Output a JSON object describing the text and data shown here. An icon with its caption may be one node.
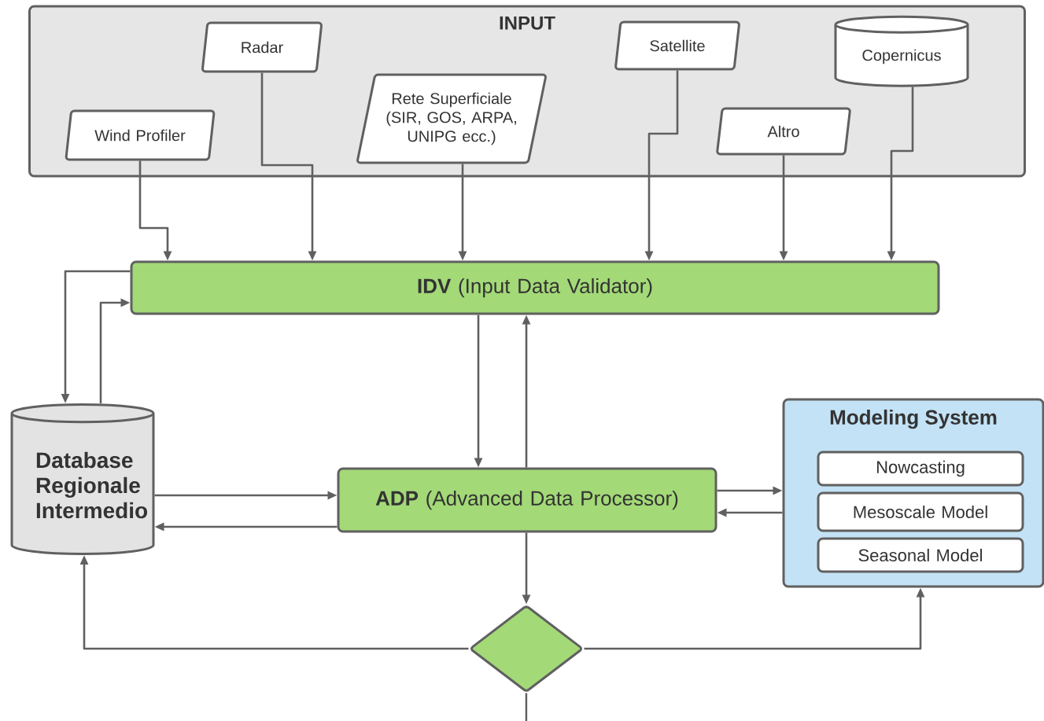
{
  "diagram": {
    "nodes": [
      {
        "text": [
          "INPUT"
        ]
      },
      {
        "text": [
          "Wind Profiler"
        ],
        "in": 0
      },
      {
        "text": [
          "Radar"
        ],
        "in": 0
      },
      {
        "text": [
          "Rete Superficiale (SIR, GOS, ARPA, UNIPG ecc.)"
        ],
        "in": 0
      },
      {
        "text": [
          "Satellite"
        ],
        "in": 0
      },
      {
        "text": [
          "Altro"
        ],
        "in": 0
      },
      {
        "text": [
          "Copernicus"
        ],
        "in": 0
      },
      {
        "text": [
          "**IDV** (Input Data Validator)"
        ]
      },
      {
        "text": [
          "Database Regionale Intermedio"
        ]
      },
      {
        "text": [
          "**ADP** (Advanced Data Processor)"
        ]
      },
      {
        "text": [
          "Modeling System"
        ]
      },
      {
        "text": [
          "Nowcasting"
        ],
        "in": 10
      },
      {
        "text": [
          "Mesoscale Model"
        ],
        "in": 10
      },
      {
        "text": [
          "Seasonal Model"
        ],
        "in": 10
      },
      {
        "text": [],
        "shape": "diamond"
      }
    ],
    "edges": [
      {
        "from": 1,
        "to": 7,
        "arrow": "to"
      },
      {
        "from": 2,
        "to": 7,
        "arrow": "to"
      },
      {
        "from": 3,
        "to": 7,
        "arrow": "to"
      },
      {
        "from": 4,
        "to": 7,
        "arrow": "to"
      },
      {
        "from": 5,
        "to": 7,
        "arrow": "to"
      },
      {
        "from": 6,
        "to": 7,
        "arrow": "to"
      },
      {
        "from": 7,
        "to": 8,
        "arrow": "to"
      },
      {
        "from": 8,
        "to": 7,
        "arrow": "to"
      },
      {
        "from": 7,
        "to": 9,
        "arrow": "to"
      },
      {
        "from": 9,
        "to": 7,
        "arrow": "to"
      },
      {
        "from": 8,
        "to": 9,
        "arrow": "to"
      },
      {
        "from": 9,
        "to": 8,
        "arrow": "to"
      },
      {
        "from": 9,
        "to": 10,
        "arrow": "to"
      },
      {
        "from": 10,
        "to": 9,
        "arrow": "to"
      },
      {
        "from": 9,
        "to": 14,
        "arrow": "to"
      },
      {
        "from": 14,
        "to": 8,
        "arrow": "to"
      },
      {
        "from": 14,
        "to": 10,
        "arrow": "to"
      },
      {
        "from": 14,
        "to": null,
        "arrow": "none"
      }
    ]
  }
}
